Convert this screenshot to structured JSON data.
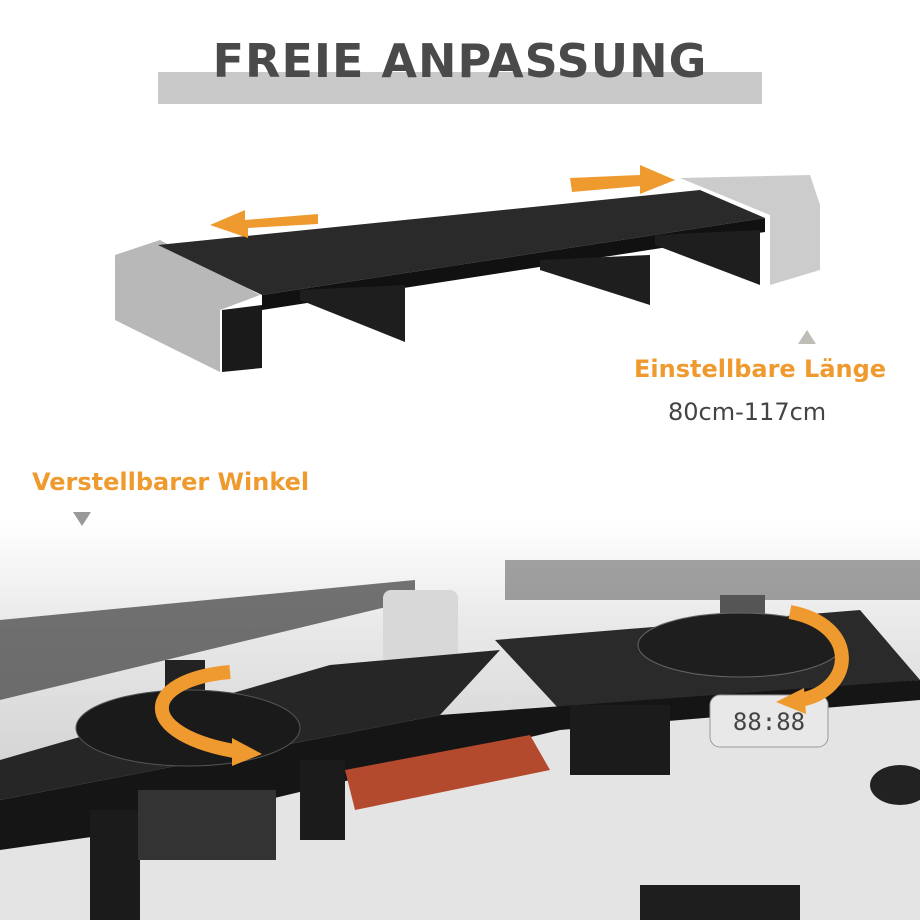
{
  "title": "FREIE ANPASSUNG",
  "length_label": "Einstellbare Länge",
  "length_value": "80cm-117cm",
  "angle_label": "Verstellbarer Winkel",
  "colors": {
    "accent": "#ef9a2e",
    "title": "#4a4a4a",
    "title_bar": "#c9c9c9"
  },
  "photo": {
    "clock_display": "88:88"
  }
}
